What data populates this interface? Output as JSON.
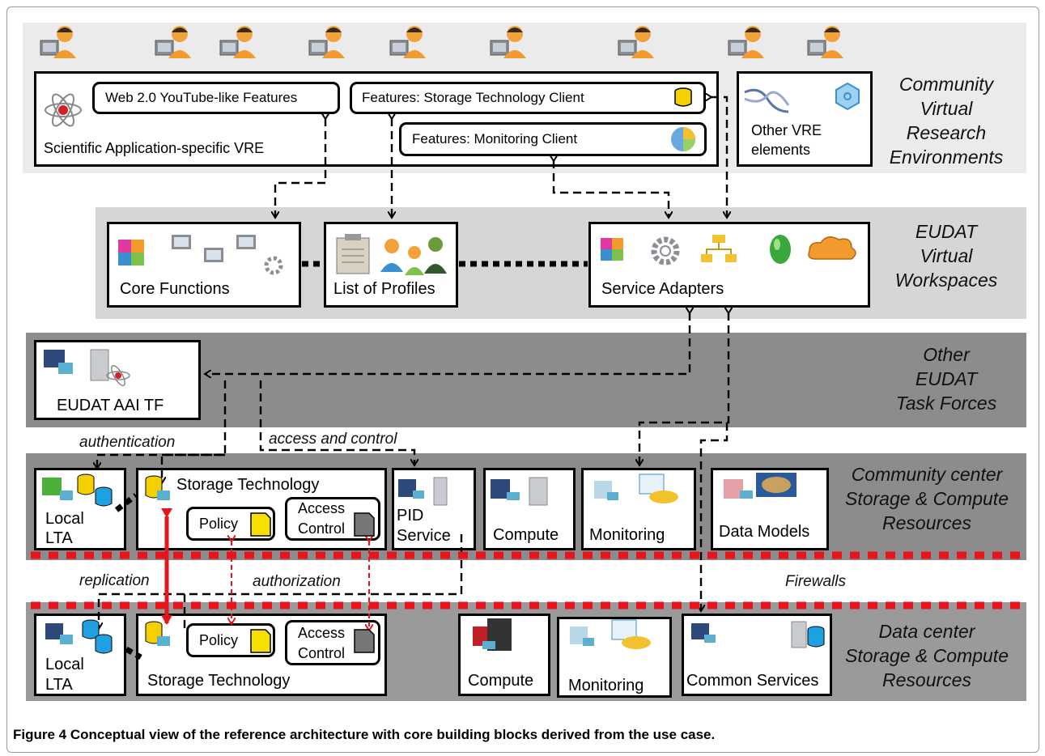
{
  "bands": {
    "vre": {
      "title": [
        "Community",
        "Virtual",
        "Research",
        "Environments"
      ]
    },
    "workspaces": {
      "title": [
        "EUDAT",
        "Virtual",
        "Workspaces"
      ]
    },
    "taskforces": {
      "title": [
        "Other",
        "EUDAT",
        "Task Forces"
      ]
    },
    "community_center": {
      "title": [
        "Community center",
        "Storage & Compute",
        "Resources"
      ]
    },
    "data_center": {
      "title": [
        "Data center",
        "Storage & Compute",
        "Resources"
      ]
    }
  },
  "vre": {
    "main_label": "Scientific Application-specific VRE",
    "youtube": "Web 2.0 YouTube-like Features",
    "storage_client": "Features: Storage Technology  Client",
    "monitoring_client": "Features:  Monitoring Client",
    "other": [
      "Other VRE",
      "elements"
    ]
  },
  "workspaces": {
    "core": "Core Functions",
    "profiles": "List of Profiles",
    "adapters": "Service Adapters"
  },
  "taskforces": {
    "aai": "EUDAT AAI TF"
  },
  "community": {
    "local_lta": [
      "Local",
      "LTA"
    ],
    "storage": "Storage Technology",
    "policy": "Policy",
    "access_control": [
      "Access",
      "Control"
    ],
    "pid": [
      "PID",
      "Service"
    ],
    "compute": "Compute",
    "monitoring": "Monitoring",
    "data_models": "Data Models"
  },
  "datacenter": {
    "local_lta": [
      "Local",
      "LTA"
    ],
    "storage": "Storage Technology",
    "policy": "Policy",
    "access_control": [
      "Access",
      "Control"
    ],
    "compute": "Compute",
    "monitoring": "Monitoring",
    "common": "Common Services"
  },
  "annotations": {
    "authentication": "authentication",
    "access_and_control": "access and control",
    "replication": "replication",
    "authorization": "authorization",
    "firewalls": "Firewalls"
  },
  "caption": {
    "figure": "Figure 4",
    "text": " Conceptual view of the reference architecture with core building blocks derived from the use case."
  },
  "colors": {
    "firewall": "#e8141c",
    "replication": "#e8141c",
    "user_head": "#f2a23a",
    "monitor": "#8a8f96",
    "cylinder_yellow": "#f5d000",
    "cylinder_blue": "#1fa0e0"
  },
  "icons": [
    "user-icon",
    "atom-icon",
    "dna-icon",
    "molecule-icon",
    "database-icon",
    "pie-chart-icon",
    "puzzle-icon",
    "computer-icon",
    "gear-icon",
    "hierarchy-icon",
    "globe-icon",
    "cloud-icon",
    "clipboard-icon",
    "server-icon",
    "document-icon"
  ]
}
